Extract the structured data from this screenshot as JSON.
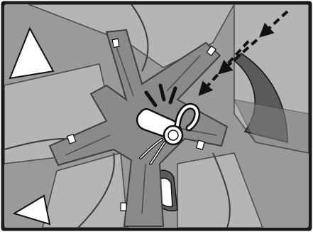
{
  "illustration": {
    "subject": "wheel-cover-removal-with-hook-tool",
    "colors": {
      "frame": "#1a1a1a",
      "background_mid": "#9a9a9a",
      "background_light": "#b5b5b5",
      "background_dark": "#7e7e7e",
      "spoke_fill": "#8a8a8a",
      "spoke_edge": "#3f3f3f",
      "recess_dark": "#5a5a5a",
      "tool_fill": "#ffffff",
      "outline": "#111111"
    },
    "callouts": {
      "arrow_style": "dashed",
      "arrow_count": 2,
      "emphasis_marks": 3
    }
  }
}
